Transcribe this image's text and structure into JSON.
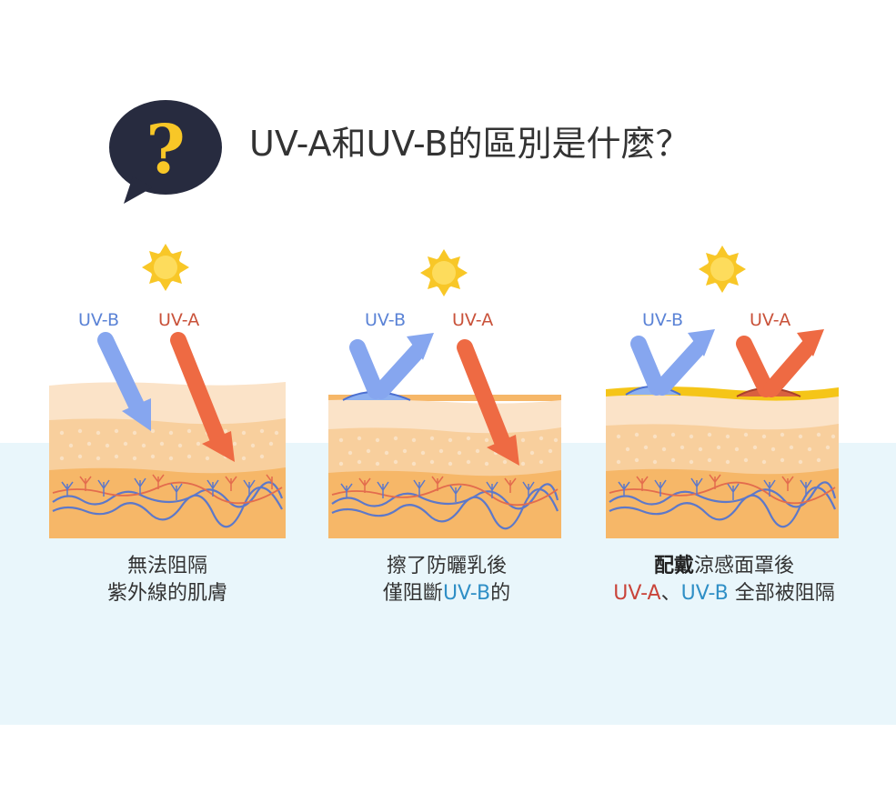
{
  "title": "UV-A和UV-B的區別是什麼？",
  "icon": "question-bubble-icon",
  "colors": {
    "uvb": "#5b83d6",
    "uva": "#c9523a",
    "uvb_arrow": "#86a6ef",
    "uva_arrow": "#ee6a43",
    "sun": "#f8c727",
    "caption_red": "#c9443a",
    "caption_blue": "#2f8fc6",
    "band": "#e9f6fb"
  },
  "panels": [
    {
      "uvb_label": "UV-B",
      "uva_label": "UV-A",
      "caption_line1": "無法阻隔",
      "caption_line2": "紫外線的肌膚"
    },
    {
      "uvb_label": "UV-B",
      "uva_label": "UV-A",
      "caption_line1": "擦了防曬乳後",
      "caption_line2_pre": "僅阻斷",
      "caption_line2_blue": "UV-B",
      "caption_line2_post": "的"
    },
    {
      "uvb_label": "UV-B",
      "uva_label": "UV-A",
      "caption_line1_bold": "配戴",
      "caption_line1_rest": "涼感面罩後",
      "caption_line2_red": "UV-A",
      "caption_line2_sep": "、",
      "caption_line2_blue": "UV-B",
      "caption_line2_post": " 全部被阻隔"
    }
  ]
}
